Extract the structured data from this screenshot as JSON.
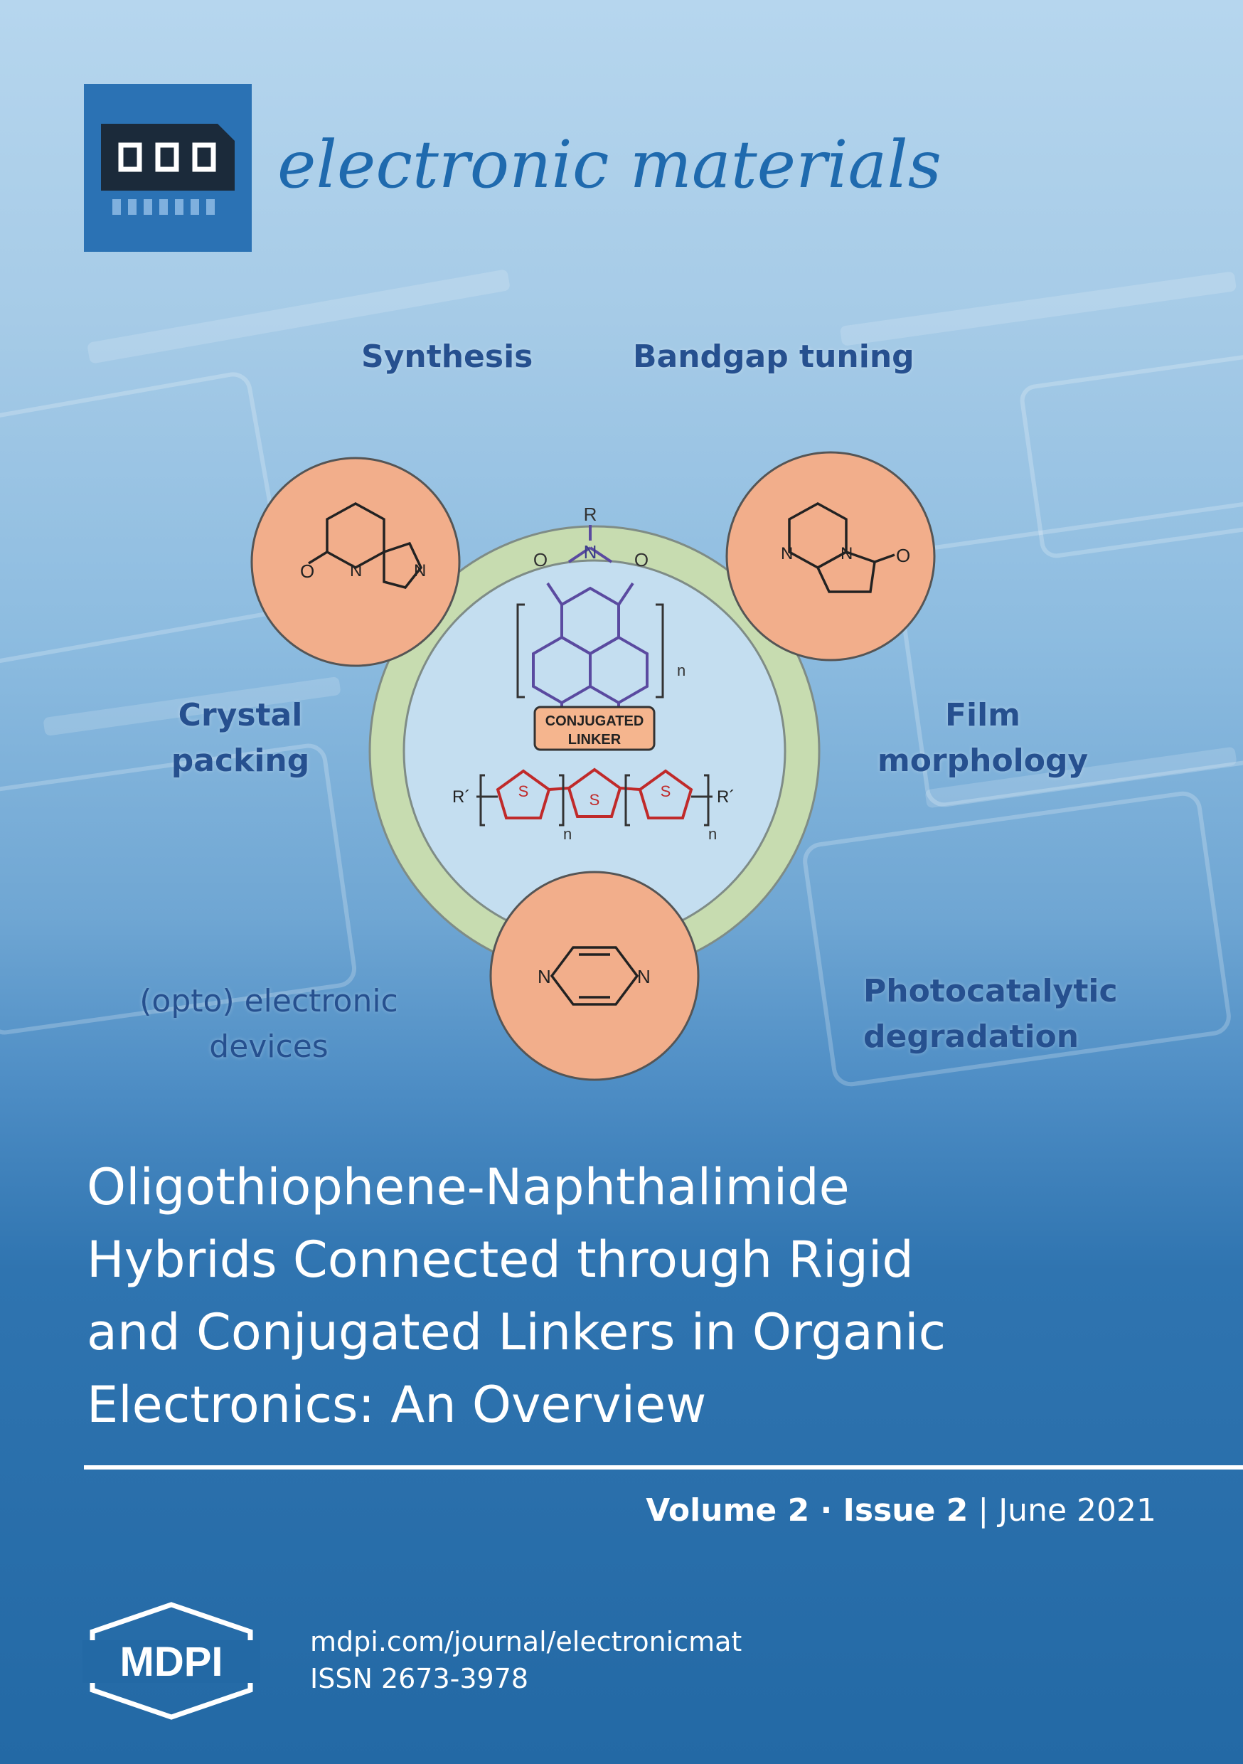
{
  "journal": {
    "name": "electronic materials"
  },
  "keywords": {
    "synthesis": "Synthesis",
    "bandgap": "Bandgap tuning",
    "crystal_1": "Crystal",
    "crystal_2": "packing",
    "film_1": "Film",
    "film_2": "morphology",
    "opto_1": "(opto) electronic",
    "opto_2": "devices",
    "photo_1": "Photocatalytic",
    "photo_2": "degradation"
  },
  "diagram": {
    "linker_line1": "CONJUGATED",
    "linker_line2": "LINKER",
    "atom_R": "R",
    "atom_N": "N",
    "atom_O": "O",
    "atom_S": "S",
    "atom_Rprime": "R´",
    "subscript_n": "n"
  },
  "title": {
    "line1": "Oligothiophene-Naphthalimide",
    "line2": "Hybrids Connected through Rigid",
    "line3": "and Conjugated Linkers in Organic",
    "line4": "Electronics: An Overview"
  },
  "issue": {
    "volume": "Volume 2",
    "separator": " · ",
    "issue": "Issue 2",
    "bar": " | ",
    "date": "June 2021"
  },
  "footer": {
    "publisher": "MDPI",
    "url": "mdpi.com/journal/electronicmat",
    "issn": "ISSN 2673-3978"
  },
  "colors": {
    "accent": "#1f6aae",
    "keyword": "#26508f",
    "orange_circle": "#f2ae8b",
    "ring": "#c7dcb0"
  }
}
